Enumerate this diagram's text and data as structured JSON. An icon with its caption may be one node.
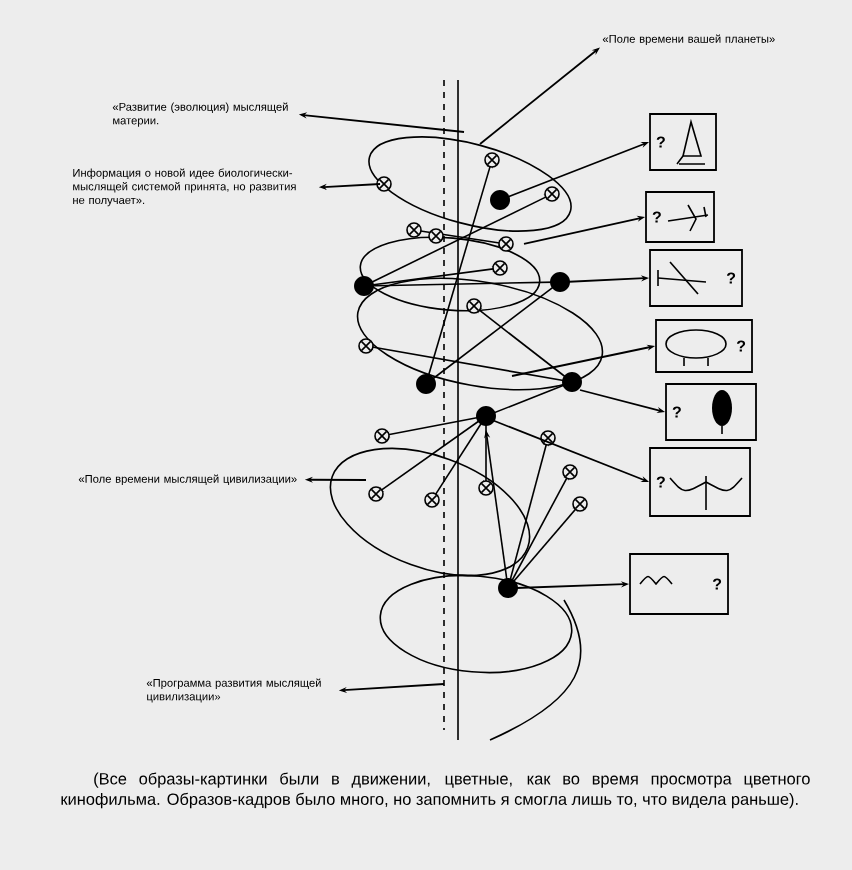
{
  "diagram": {
    "caption": "(Все образы-картинки были в движении, цветные, как во время просмотра цветного кинофильма. Образов-кадров было много, но запомнить я смогла лишь то, что видела раньше).",
    "nodes": [
      {
        "text": [
          "«Поле времени вашей планеты»"
        ]
      },
      {
        "text": [
          "«Развитие (эволюция) мыслящей материи."
        ]
      },
      {
        "text": [
          "Информация о новой идее биологически-мыслящей системой принята, но развития не получает»."
        ]
      },
      {
        "text": [
          "«Поле времени мыслящей цивилизации»"
        ]
      },
      {
        "text": [
          "«Программа развития мыслящей цивилизации»"
        ]
      },
      {
        "text": [
          "?"
        ]
      },
      {
        "text": [
          "?"
        ]
      },
      {
        "text": [
          "?"
        ]
      },
      {
        "text": [
          "?"
        ]
      },
      {
        "text": [
          "?"
        ]
      },
      {
        "text": [
          "?"
        ]
      },
      {
        "text": [
          "?"
        ]
      }
    ],
    "edges": [
      {
        "from": null,
        "to": 0,
        "arrow": "to"
      },
      {
        "from": null,
        "to": 1,
        "arrow": "to"
      },
      {
        "from": null,
        "to": 2,
        "arrow": "to"
      },
      {
        "from": null,
        "to": 3,
        "arrow": "to"
      },
      {
        "from": null,
        "to": 4,
        "arrow": "to"
      },
      {
        "from": null,
        "to": 5,
        "arrow": "to"
      },
      {
        "from": null,
        "to": 6,
        "arrow": "to"
      },
      {
        "from": null,
        "to": 7,
        "arrow": "to"
      },
      {
        "from": null,
        "to": 8,
        "arrow": "to"
      },
      {
        "from": null,
        "to": 9,
        "arrow": "to"
      },
      {
        "from": null,
        "to": 10,
        "arrow": "to"
      },
      {
        "from": null,
        "to": 11,
        "arrow": "to"
      }
    ]
  }
}
